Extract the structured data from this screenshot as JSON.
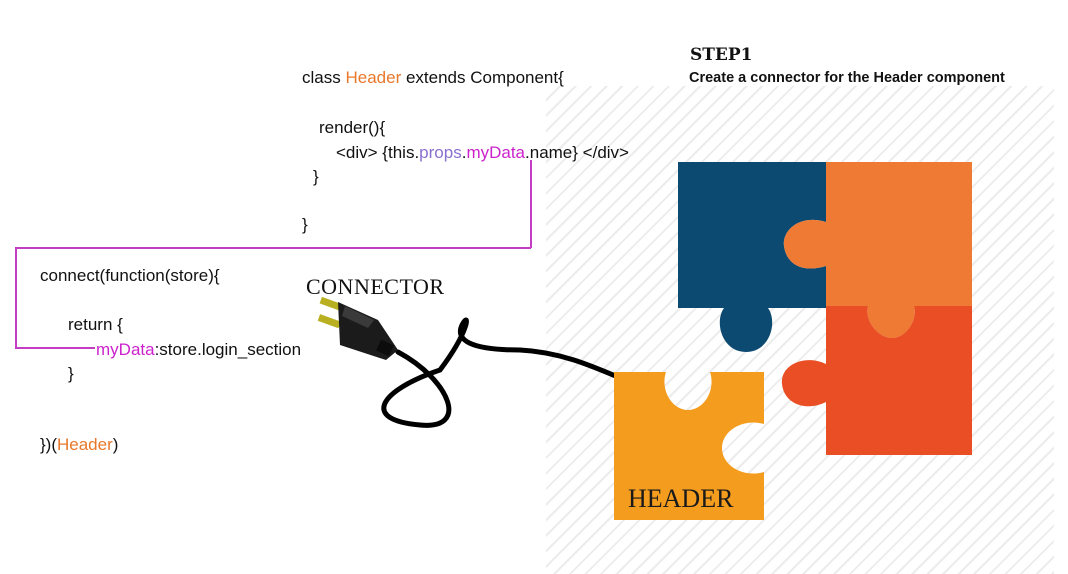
{
  "step": {
    "title": "STEP1",
    "subtitle": "Create a connector for the Header component"
  },
  "code_class": {
    "line1_pre": "class ",
    "line1_name": "Header",
    "line1_post": " extends Component{",
    "render_open": "render(){",
    "div_pre": "<div> {this.",
    "div_props": "props",
    "div_dot": ".",
    "div_mydata": "myData",
    "div_post": ".name} </div>",
    "render_close": "}",
    "class_close": "}"
  },
  "code_connect": {
    "open": "connect(function(store){",
    "return_open": "return {",
    "prop_key": "myData",
    "prop_value": ":store.login_section",
    "return_close": "}",
    "close_pre": "})(",
    "close_name": "Header",
    "close_post": ")"
  },
  "labels": {
    "connector": "CONNECTOR",
    "header_piece": "HEADER"
  },
  "colors": {
    "piece_blue": "#0d4a72",
    "piece_orange": "#ee7a33",
    "piece_red": "#e94e24",
    "piece_yellow": "#f39c1e",
    "bracket": "#c43bc4",
    "cable": "#000000",
    "plug_prongs": "#b8b020"
  }
}
